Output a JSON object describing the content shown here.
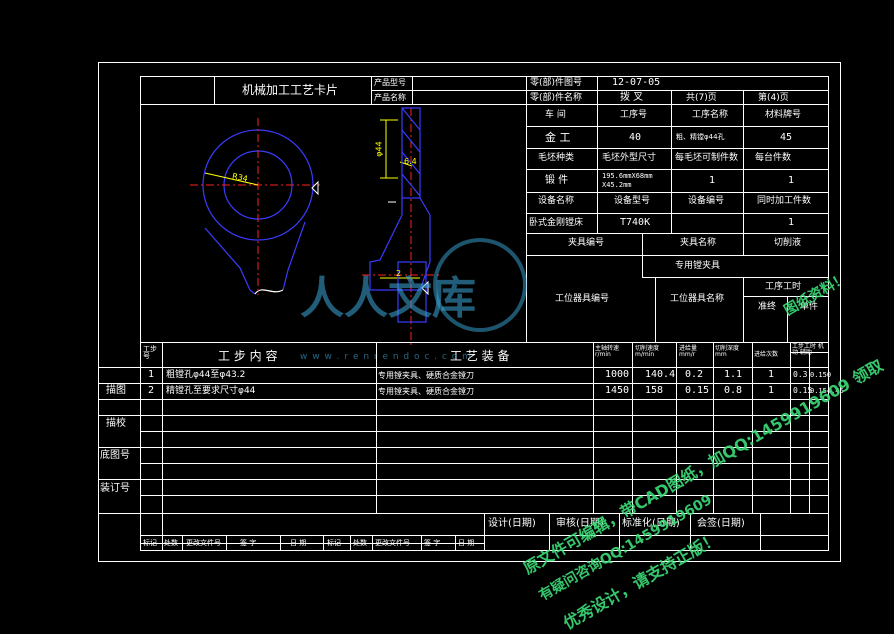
{
  "card": {
    "title": "机械加工工艺卡片",
    "product_model_label": "产品型号",
    "product_name_label": "产品名称",
    "part_no_label": "零(部)件图号",
    "part_no_value": "12-07-05",
    "part_name_label": "零(部)件名称",
    "part_name_value": "拨 叉",
    "total_pages": "共(7)页",
    "page_no": "第(4)页"
  },
  "info": {
    "workshop_label": "车 间",
    "process_no_label": "工序号",
    "process_name_label": "工序名称",
    "material_label": "材料牌号",
    "workshop_value": "金 工",
    "process_no_value": "40",
    "process_name_value": "粗、精镗φ44孔",
    "material_value": "45",
    "blank_type_label": "毛坯种类",
    "blank_size_label": "毛坯外型尺寸",
    "per_blank_label": "每毛坯可制件数",
    "per_unit_label": "每台件数",
    "blank_type_value": "锻 件",
    "blank_size_value_1": "195.6mmX68mm",
    "blank_size_value_2": "X45.2mm",
    "per_blank_value": "1",
    "per_unit_value": "1",
    "equip_name_label": "设备名称",
    "equip_model_label": "设备型号",
    "equip_no_label": "设备编号",
    "simul_label": "同时加工件数",
    "equip_name_value": "卧式金刚镗床",
    "equip_model_value": "T740K",
    "simul_value": "1",
    "fixture_no_label": "夹具编号",
    "fixture_name_label": "夹具名称",
    "coolant_label": "切削液",
    "fixture_name_value": "专用镗夹具",
    "station_no_label": "工位器具编号",
    "station_name_label": "工位器具名称",
    "process_time_label": "工序工时",
    "prep_label": "准终",
    "unit_label": "单件"
  },
  "drawing": {
    "dim_r34": "R34",
    "dim_d44": "φ44",
    "dim_roughness": "6.4",
    "dim_2": "2"
  },
  "steps": {
    "header_no": "工步号",
    "header_content": "工 步 内 容",
    "header_equipment": "工 艺 装 备",
    "header_speed": "主轴转速 r/min",
    "header_cut_speed": "切削速度 m/min",
    "header_feed": "进给量 mm/r",
    "header_depth": "切削深度 mm",
    "header_passes": "进给次数",
    "header_time": "工步工时 机动 辅助",
    "rows": [
      {
        "no": "1",
        "content": "粗镗孔φ44至φ43.2",
        "equip": "专用镗夹具、硬质合金镗刀",
        "speed": "1000",
        "vc": "140.4",
        "feed": "0.2",
        "depth": "1.1",
        "passes": "1",
        "tm": "0.3",
        "ta": "0.150"
      },
      {
        "no": "2",
        "content": "精镗孔至要求尺寸φ44",
        "equip": "专用镗夹具、硬质合金镗刀",
        "speed": "1450",
        "vc": "158",
        "feed": "0.15",
        "depth": "0.8",
        "passes": "1",
        "tm": "0.15",
        "ta": "0.154.45"
      }
    ]
  },
  "side": {
    "trace": "描图",
    "check": "描校",
    "base_no": "底图号",
    "bind_no": "装订号"
  },
  "sign": {
    "design": "设计(日期)",
    "review": "审核(日期)",
    "standard": "标准化(日期)",
    "sign": "会签(日期)",
    "mark": "标记",
    "count": "处数",
    "doc": "更改文件号",
    "signature": "签 字",
    "date": "日 期",
    "mark2": "标记",
    "count2": "处数",
    "doc2": "更改文件号",
    "signature2": "签 字",
    "date2": "日 期"
  },
  "watermark": {
    "brand": "人人文库",
    "url": "w w w . r e n r e n d o c . c o m",
    "line1": "原文件可编辑，带CAD图纸，加QQ:1459919609 领取",
    "line2": "优秀设计，请支持正版！",
    "line3": "有疑问咨询QQ:1459919609",
    "line4": "图纸资料！"
  },
  "colors": {
    "frame": "#ffffff",
    "part": "#3b3bff",
    "center": "#ff2020",
    "dim": "#ffff00",
    "watermark_green": "#3cdc78",
    "watermark_blue": "#3caadc"
  }
}
